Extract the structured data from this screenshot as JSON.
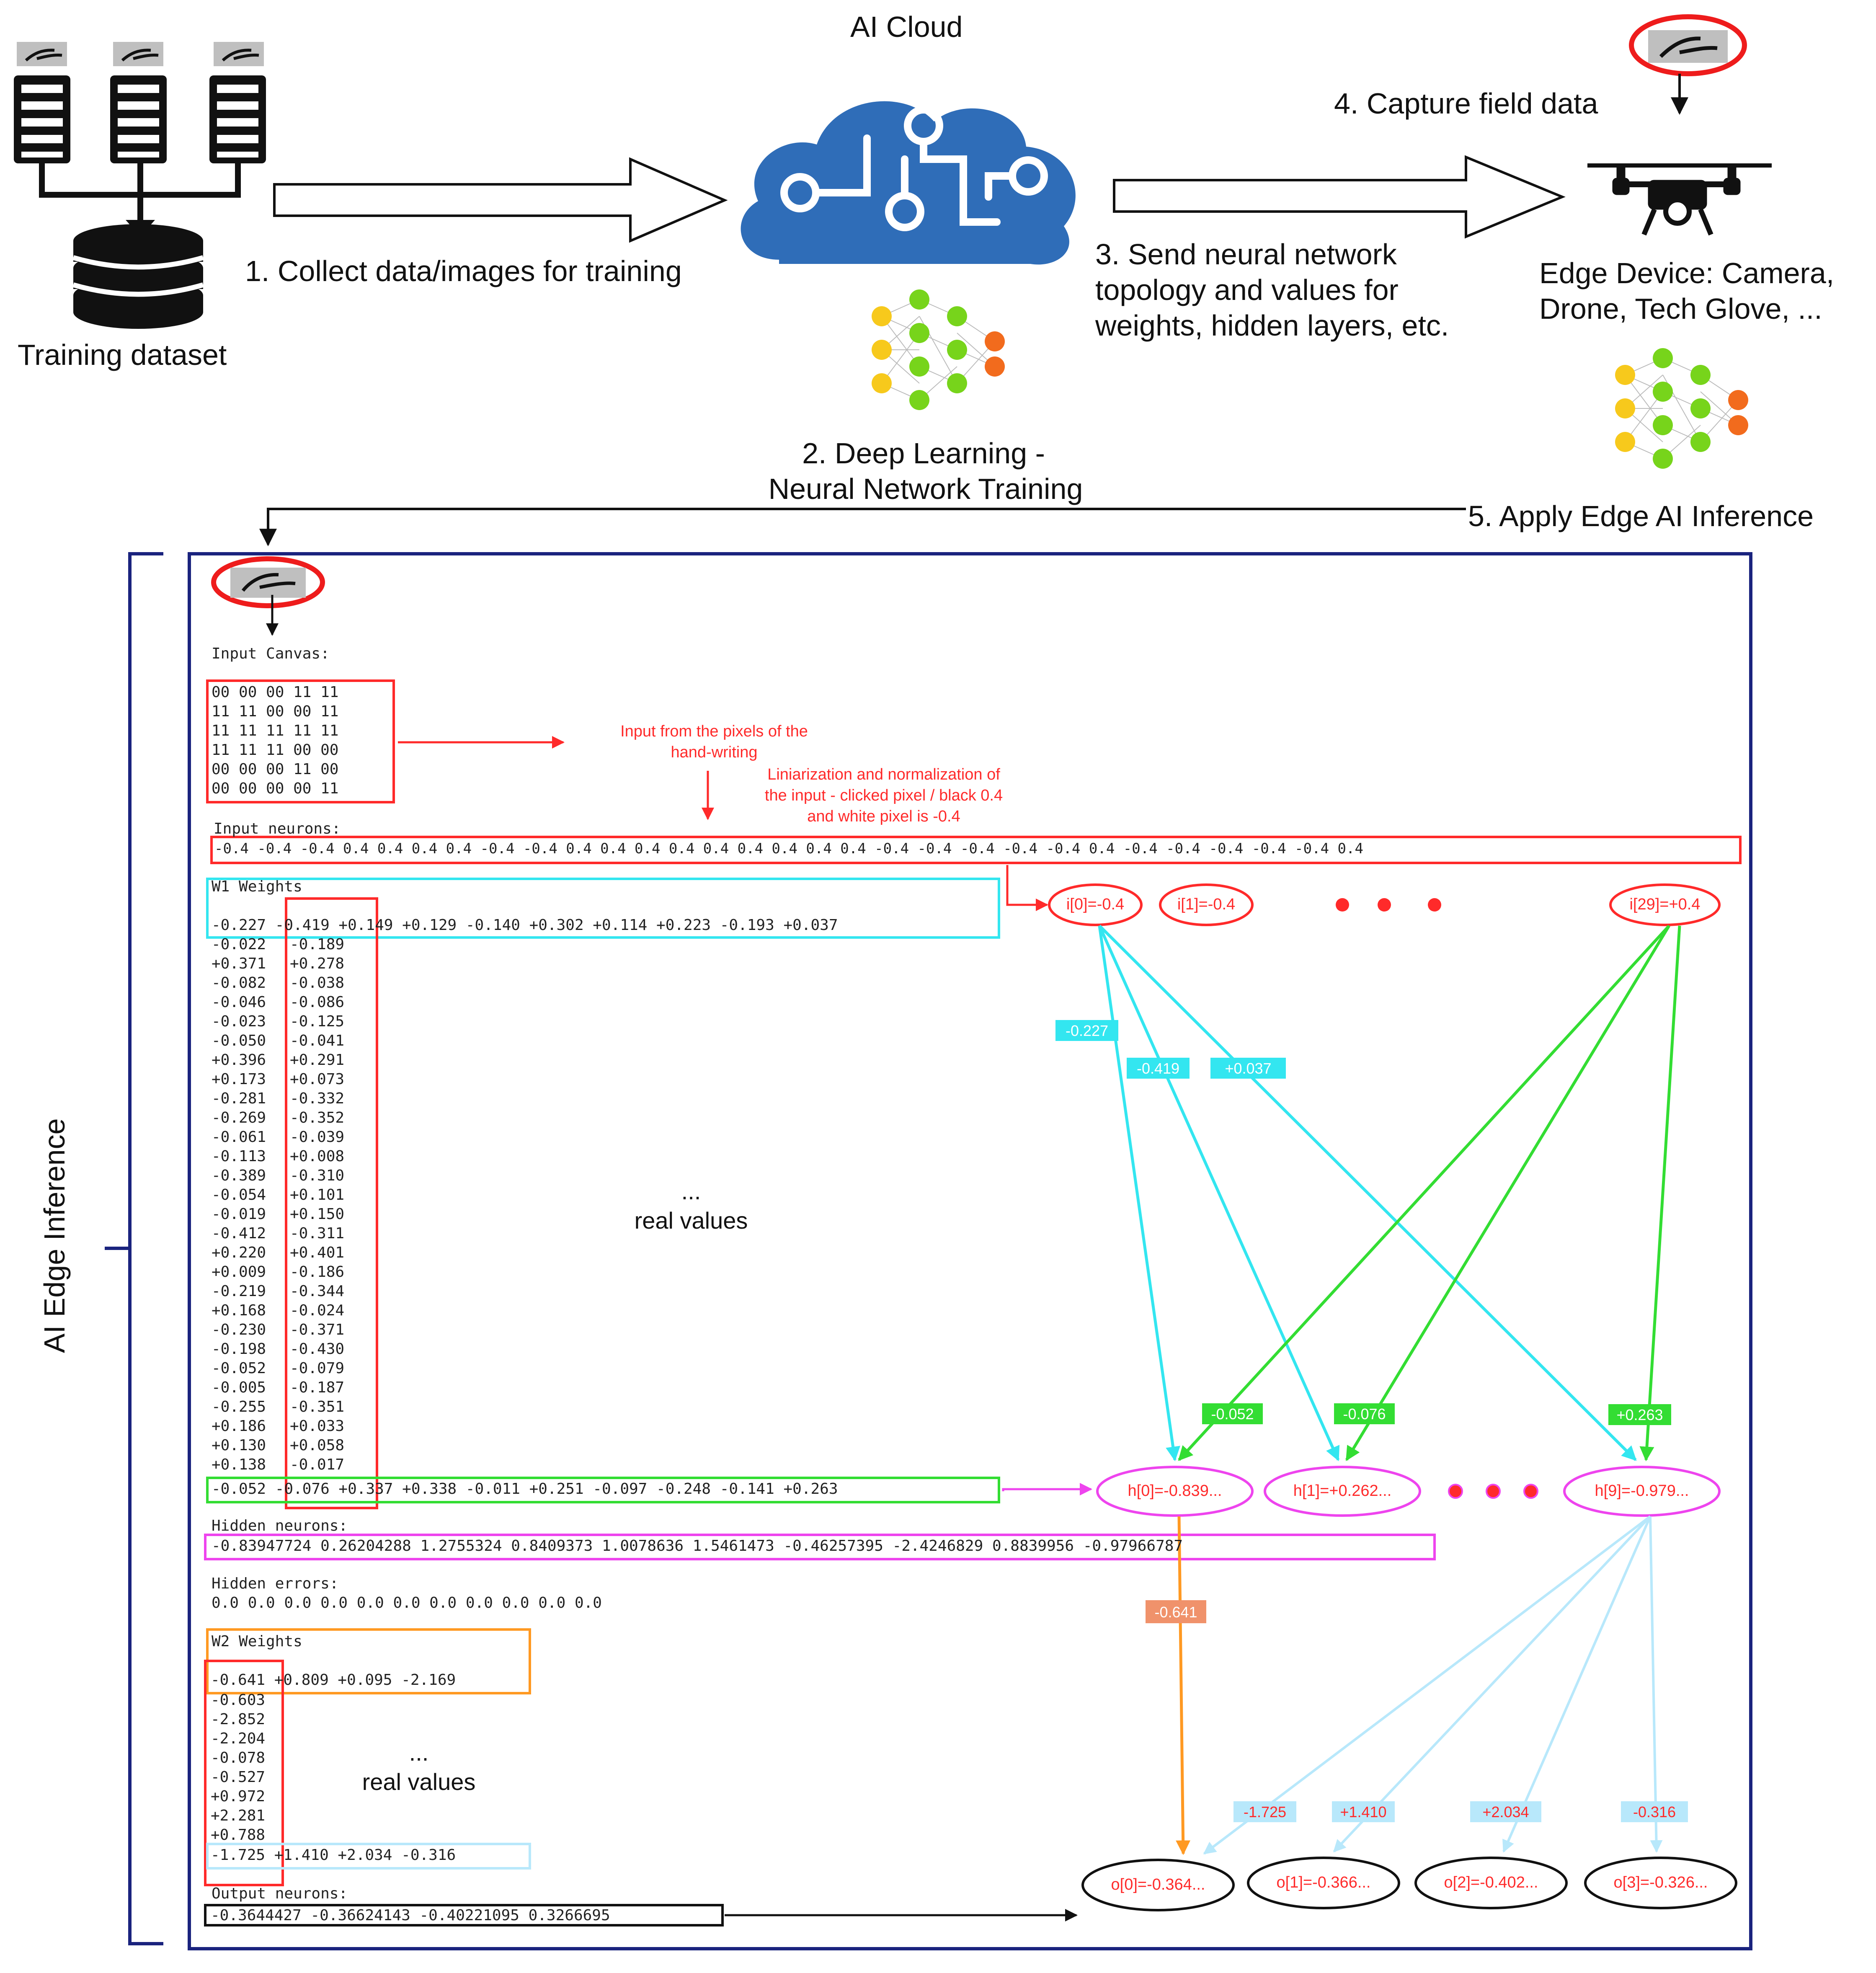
{
  "top": {
    "training_dataset_label": "Training dataset",
    "ai_cloud_label": "AI Cloud",
    "step1": "1. Collect data/images for training",
    "step2_line1": "2. Deep Learning -",
    "step2_line2": "Neural Network Training",
    "step3_line1": "3. Send neural network",
    "step3_line2": "topology and values for",
    "step3_line3": "weights, hidden layers, etc.",
    "step4": "4. Capture field data",
    "edge_line1": "Edge Device: Camera,",
    "edge_line2": "Drone, Tech Glove, ...",
    "step5": "5. Apply Edge AI Inference"
  },
  "side_label": "AI Edge Inference",
  "panel": {
    "input_canvas_label": "Input Canvas:",
    "canvas_rows": [
      "00 00 00 11 11",
      "11 11 00 00 11",
      "11 11 11 11 11",
      "11 11 11 00 00",
      "00 00 00 11 00",
      "00 00 00 00 11"
    ],
    "note_input_line1": "Input from the pixels of the",
    "note_input_line2": "hand-writing",
    "note_norm_line1": "Liniarization and normalization of",
    "note_norm_line2": "the input - clicked pixel / black 0.4",
    "note_norm_line3": "and white pixel is -0.4",
    "input_neurons_label": "Input neurons:",
    "input_neurons_values": "-0.4 -0.4 -0.4 0.4 0.4 0.4 0.4 -0.4 -0.4 0.4 0.4 0.4 0.4 0.4 0.4 0.4 0.4 0.4 -0.4 -0.4 -0.4 -0.4 -0.4 0.4 -0.4 -0.4 -0.4 -0.4 -0.4 0.4",
    "w1_label": "W1 Weights",
    "w1_first_row": "-0.227 -0.419 +0.149 +0.129 -0.140 +0.302 +0.114 +0.223 -0.193 +0.037",
    "w1_col1": [
      "-0.022",
      "+0.371",
      "-0.082",
      "-0.046",
      "-0.023",
      "-0.050",
      "+0.396",
      "+0.173",
      "-0.281",
      "-0.269",
      "-0.061",
      "-0.113",
      "-0.389",
      "-0.054",
      "-0.019",
      "-0.412",
      "+0.220",
      "+0.009",
      "-0.219",
      "+0.168",
      "-0.230",
      "-0.198",
      "-0.052",
      "-0.005",
      "-0.255",
      "+0.186",
      "+0.130",
      "+0.138"
    ],
    "w1_col2": [
      "-0.189",
      "+0.278",
      "-0.038",
      "-0.086",
      "-0.125",
      "-0.041",
      "+0.291",
      "+0.073",
      "-0.332",
      "-0.352",
      "-0.039",
      "+0.008",
      "-0.310",
      "+0.101",
      "+0.150",
      "-0.311",
      "+0.401",
      "-0.186",
      "-0.344",
      "-0.024",
      "-0.371",
      "-0.430",
      "-0.079",
      "-0.187",
      "-0.351",
      "+0.033",
      "+0.058",
      "-0.017"
    ],
    "w1_last_row": "-0.052 -0.076 +0.337 +0.338 -0.011 +0.251 -0.097 -0.248 -0.141 +0.263",
    "ellipsis": "...",
    "real_values": "real values",
    "hidden_neurons_label": "Hidden neurons:",
    "hidden_neurons_values": "-0.83947724 0.26204288 1.2755324 0.8409373 1.0078636 1.5461473 -0.46257395 -2.4246829 0.8839956 -0.97966787",
    "hidden_errors_label": "Hidden errors:",
    "hidden_errors_values": "0.0 0.0 0.0 0.0 0.0 0.0 0.0 0.0 0.0 0.0 0.0",
    "w2_label": "W2 Weights",
    "w2_first_row": "-0.641 +0.809 +0.095 -2.169",
    "w2_col1": [
      "-0.603",
      "-2.852",
      "-2.204",
      "-0.078",
      "-0.527",
      "+0.972",
      "+2.281",
      "+0.788"
    ],
    "w2_last_row": "-1.725 +1.410 +2.034 -0.316",
    "output_neurons_label": "Output neurons:",
    "output_neurons_values": "-0.3644427 -0.36624143 -0.40221095 0.3266695",
    "neurons": {
      "i0": "i[0]=-0.4",
      "i1": "i[1]=-0.4",
      "i29": "i[29]=+0.4",
      "h0": "h[0]=-0.839...",
      "h1": "h[1]=+0.262...",
      "h9": "h[9]=-0.979...",
      "o0": "o[0]=-0.364...",
      "o1": "o[1]=-0.366...",
      "o2": "o[2]=-0.402...",
      "o3": "o[3]=-0.326..."
    },
    "edge_weights": {
      "w_227": "-0.227",
      "w_419": "-0.419",
      "w_037": "+0.037",
      "w_052": "-0.052",
      "w_076": "-0.076",
      "w_263": "+0.263",
      "w_641": "-0.641",
      "w_1725": "-1.725",
      "w_1410": "+1.410",
      "w_2034": "+2.034",
      "w_0316": "-0.316"
    }
  },
  "colors": {
    "cloud": "#2f6db8",
    "red": "#ff2a2a",
    "cyan": "#33e6f0",
    "green": "#33dd33",
    "magenta": "#ee44ee",
    "orange": "#ff9922",
    "lightblue": "#b8e8fb",
    "navy": "#1a237e"
  }
}
